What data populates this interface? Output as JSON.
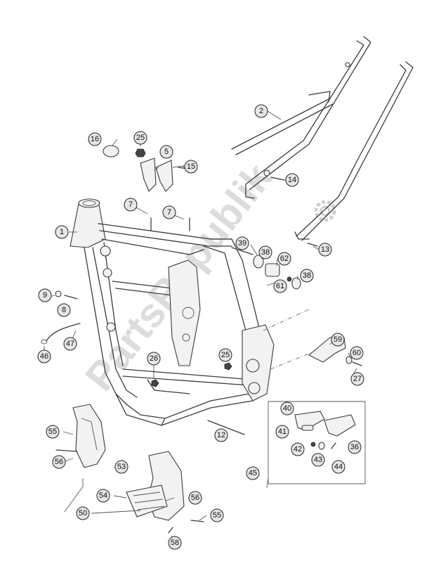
{
  "watermark": {
    "text": "PartsRepublik"
  },
  "callouts": [
    {
      "id": "c1",
      "label": "1"
    },
    {
      "id": "c2",
      "label": "2"
    },
    {
      "id": "c5",
      "label": "5"
    },
    {
      "id": "c7a",
      "label": "7"
    },
    {
      "id": "c7b",
      "label": "7"
    },
    {
      "id": "c8",
      "label": "8"
    },
    {
      "id": "c9",
      "label": "9"
    },
    {
      "id": "c12",
      "label": "12"
    },
    {
      "id": "c13",
      "label": "13"
    },
    {
      "id": "c14",
      "label": "14"
    },
    {
      "id": "c15",
      "label": "15"
    },
    {
      "id": "c16",
      "label": "16"
    },
    {
      "id": "c25a",
      "label": "25"
    },
    {
      "id": "c25b",
      "label": "25"
    },
    {
      "id": "c26",
      "label": "26"
    },
    {
      "id": "c27",
      "label": "27"
    },
    {
      "id": "c36",
      "label": "36"
    },
    {
      "id": "c38a",
      "label": "38"
    },
    {
      "id": "c38b",
      "label": "38"
    },
    {
      "id": "c39",
      "label": "39"
    },
    {
      "id": "c40",
      "label": "40"
    },
    {
      "id": "c41",
      "label": "41"
    },
    {
      "id": "c42",
      "label": "42"
    },
    {
      "id": "c43",
      "label": "43"
    },
    {
      "id": "c44",
      "label": "44"
    },
    {
      "id": "c45",
      "label": "45"
    },
    {
      "id": "c46",
      "label": "46"
    },
    {
      "id": "c47",
      "label": "47"
    },
    {
      "id": "c50",
      "label": "50"
    },
    {
      "id": "c53",
      "label": "53"
    },
    {
      "id": "c54",
      "label": "54"
    },
    {
      "id": "c55a",
      "label": "55"
    },
    {
      "id": "c55b",
      "label": "55"
    },
    {
      "id": "c56a",
      "label": "56"
    },
    {
      "id": "c56b",
      "label": "56"
    },
    {
      "id": "c58",
      "label": "58"
    },
    {
      "id": "c59",
      "label": "59"
    },
    {
      "id": "c60",
      "label": "60"
    },
    {
      "id": "c61",
      "label": "61"
    },
    {
      "id": "c62",
      "label": "62"
    }
  ]
}
